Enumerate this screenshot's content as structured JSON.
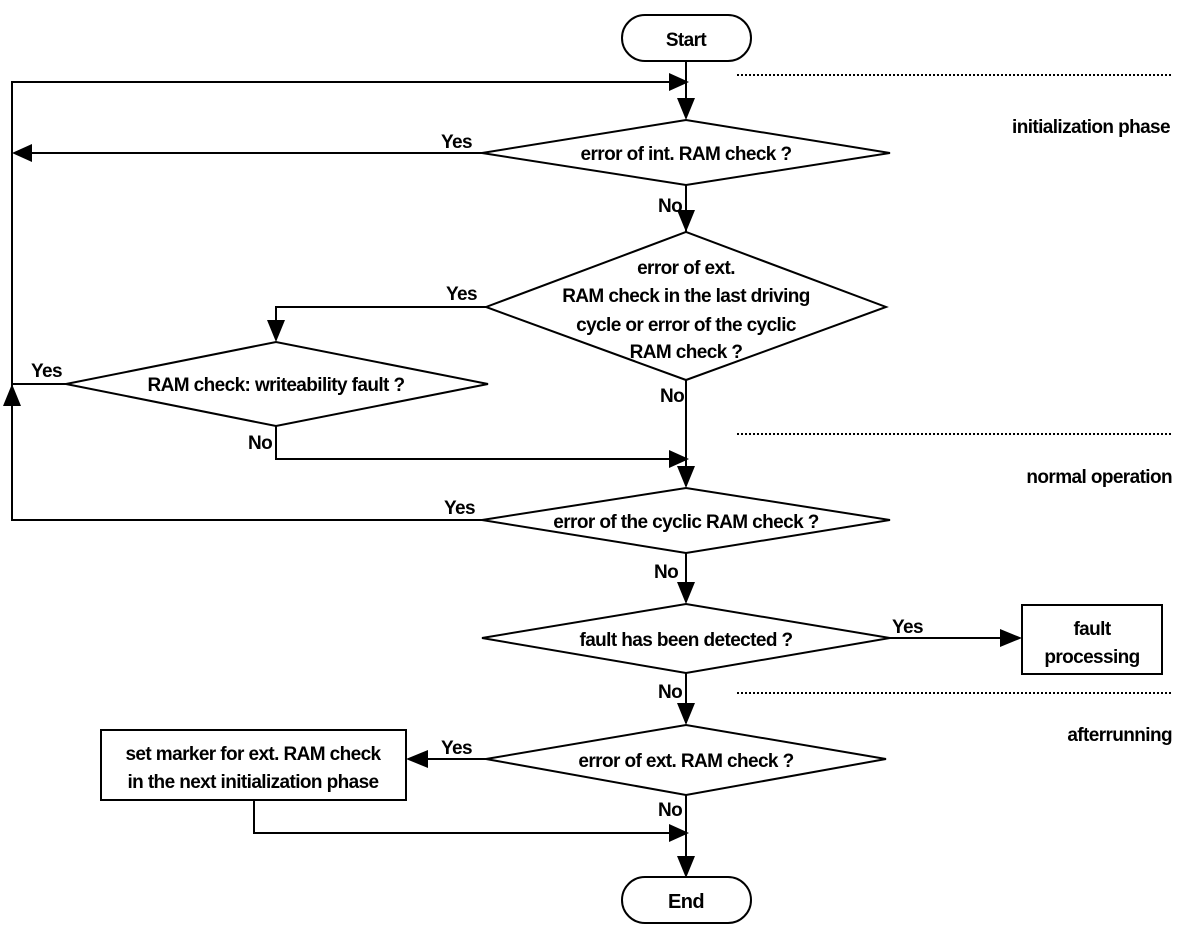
{
  "nodes": {
    "start": "Start",
    "end": "End",
    "int_ram_check": "error of int. RAM check ?",
    "ext_ram_check_last": [
      "error of ext.",
      "RAM check in the last driving",
      "cycle or error of the cyclic",
      "RAM check ?"
    ],
    "writeability": "RAM check: writeability fault ?",
    "cyclic_ram_check": "error of the cyclic RAM check ?",
    "fault_detected": "fault has been detected ?",
    "fault_processing": [
      "fault",
      "processing"
    ],
    "ext_ram_check": "error of ext. RAM check ?",
    "set_marker": [
      "set marker for ext. RAM check",
      "in the next  initialization phase"
    ]
  },
  "edge_labels": {
    "yes": "Yes",
    "no": "No"
  },
  "phases": {
    "initialization": "initialization phase",
    "normal": "normal operation",
    "afterrunning": "afterrunning"
  }
}
